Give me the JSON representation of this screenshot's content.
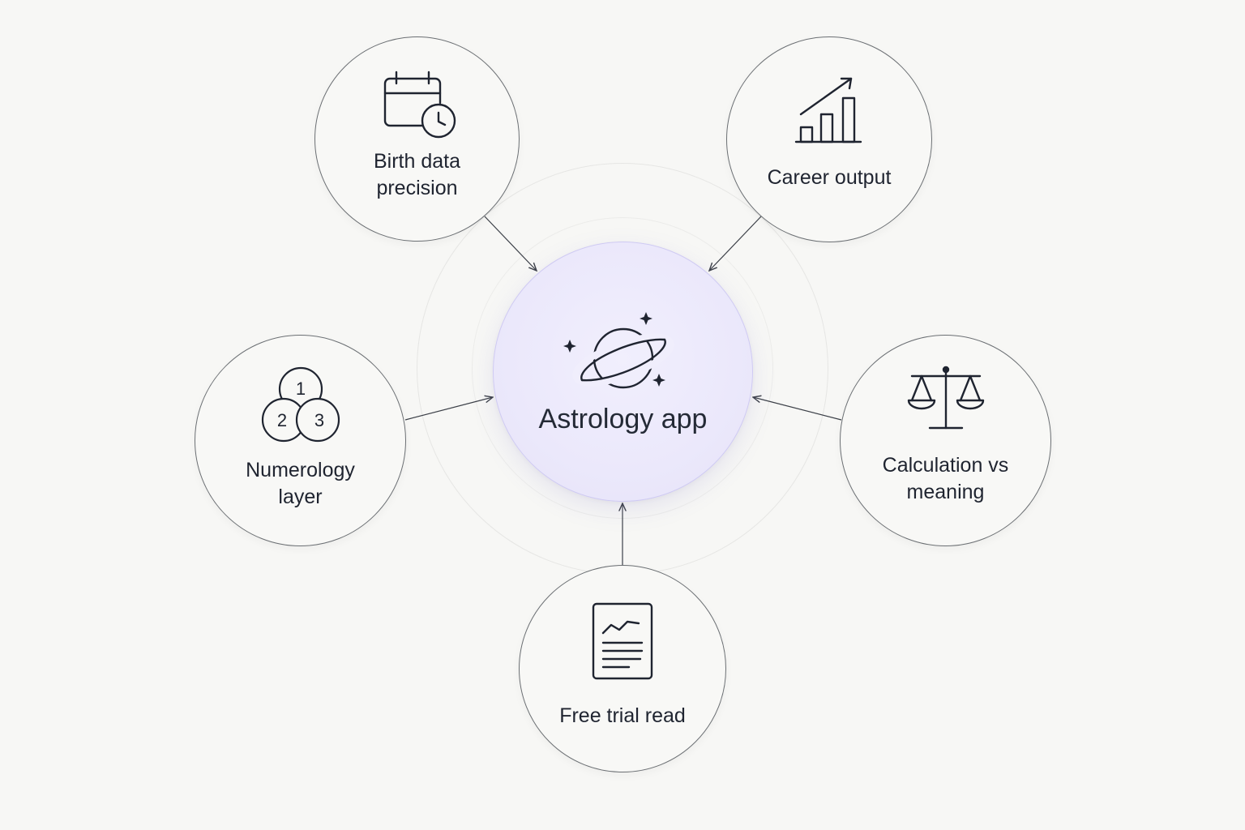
{
  "center": {
    "title": "Astrology app",
    "icon": "planet-icon"
  },
  "nodes": {
    "birth": {
      "label": "Birth data\nprecision",
      "icon": "calendar-clock-icon"
    },
    "career": {
      "label": "Career output",
      "icon": "bar-chart-growth-icon"
    },
    "numerology": {
      "label": "Numerology\nlayer",
      "icon": "numbered-circles-icon",
      "digits": [
        "1",
        "2",
        "3"
      ]
    },
    "calculation": {
      "label": "Calculation vs\nmeaning",
      "icon": "balance-scale-icon"
    },
    "trial": {
      "label": "Free trial read",
      "icon": "report-document-icon"
    }
  },
  "colors": {
    "background": "#f7f7f5",
    "node_border": "#6b6f73",
    "icon_stroke": "#1f2430",
    "center_fill": "#ebe8fb",
    "center_border": "#cfcaf3"
  }
}
